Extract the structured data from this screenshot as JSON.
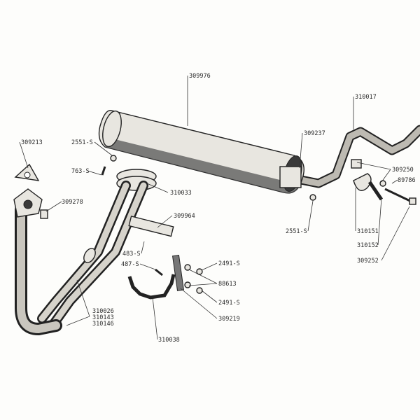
{
  "labels": {
    "muffler": "309976",
    "tailpipe": "310017",
    "muffler_clamp": "309237",
    "gasket": "309213",
    "nut_upper": "2551-S",
    "bolt_763": "763-S",
    "bushing": "309278",
    "flange_gasket": "310033",
    "hanger_bushing": "309250",
    "washer": "89786",
    "nut_tail": "2551-S",
    "tail_clamp": "310151",
    "spacer": "310152",
    "tail_bolt": "309252",
    "bracket": "309964",
    "screw_483": "483-S",
    "screw_487": "487-S",
    "nut_2491_a": "2491-S",
    "washer_88613": "88613",
    "nut_2491_b": "2491-S",
    "insulator": "309219",
    "pipe_a": "310026",
    "pipe_b": "310143",
    "pipe_c": "310146",
    "strap": "310038"
  }
}
